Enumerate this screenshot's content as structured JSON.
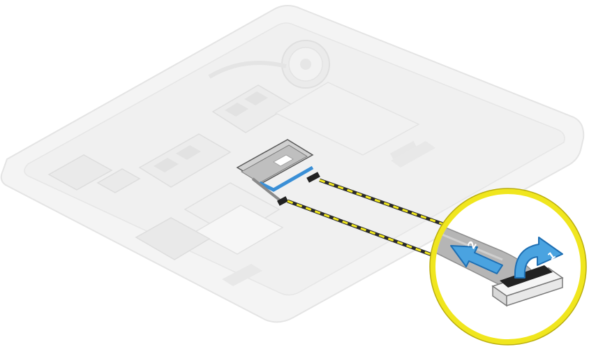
{
  "figure": {
    "steps": [
      {
        "number": "1",
        "arrow": "curved-arrow-right"
      },
      {
        "number": "2",
        "arrow": "arrow-up-left"
      }
    ],
    "colors": {
      "callout_ring": "#f0e61e",
      "arrow_fill": "#4aa3e0",
      "arrow_stroke": "#1e6fb3",
      "chassis_fill": "#ececec",
      "chassis_stroke": "#cfcfcf",
      "cable_gray": "#9a9a9a",
      "connector": "#222222",
      "guide_line": "#c9b400",
      "cable_blue": "#3a8fd6"
    }
  }
}
